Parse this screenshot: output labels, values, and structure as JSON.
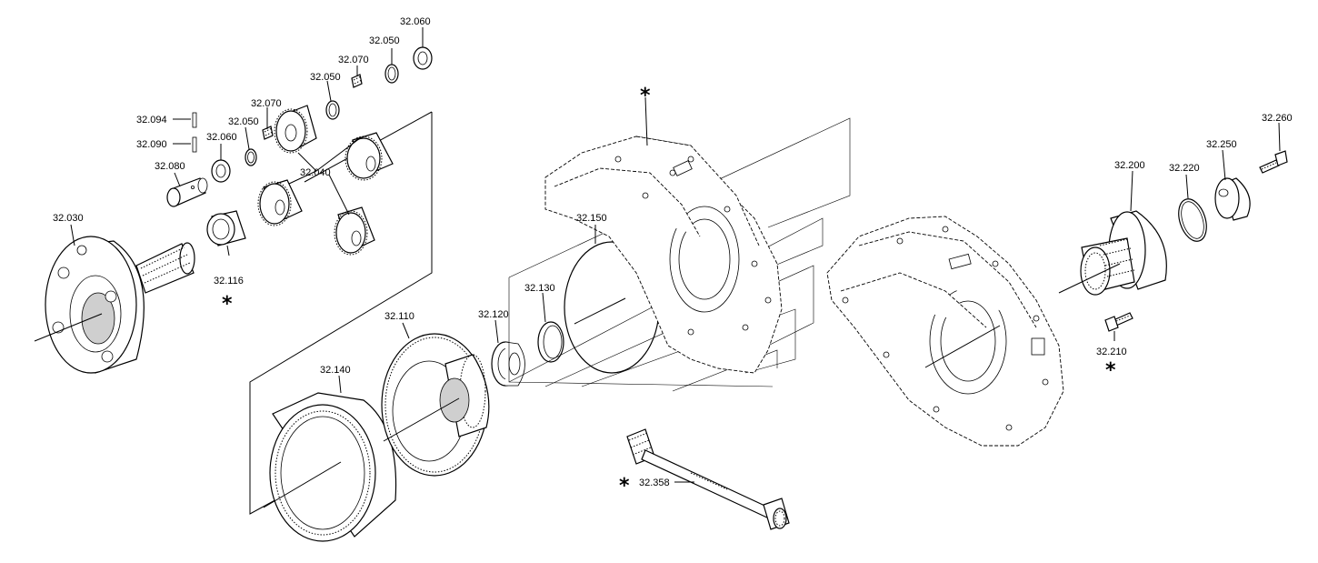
{
  "labels": {
    "p32_060a": "32.060",
    "p32_050a": "32.050",
    "p32_070a": "32.070",
    "p32_050b": "32.050",
    "p32_094": "32.094",
    "p32_070b": "32.070",
    "p32_050c": "32.050",
    "p32_090": "32.090",
    "p32_060b": "32.060",
    "p32_080": "32.080",
    "p32_040": "32.040",
    "p32_030": "32.030",
    "p32_116": "32.116",
    "p32_150": "32.150",
    "p32_130": "32.130",
    "p32_120": "32.120",
    "p32_110": "32.110",
    "p32_140": "32.140",
    "p32_358": "32.358",
    "p32_260": "32.260",
    "p32_250": "32.250",
    "p32_200": "32.200",
    "p32_220": "32.220",
    "p32_210": "32.210"
  },
  "markers": {
    "star": "*"
  }
}
